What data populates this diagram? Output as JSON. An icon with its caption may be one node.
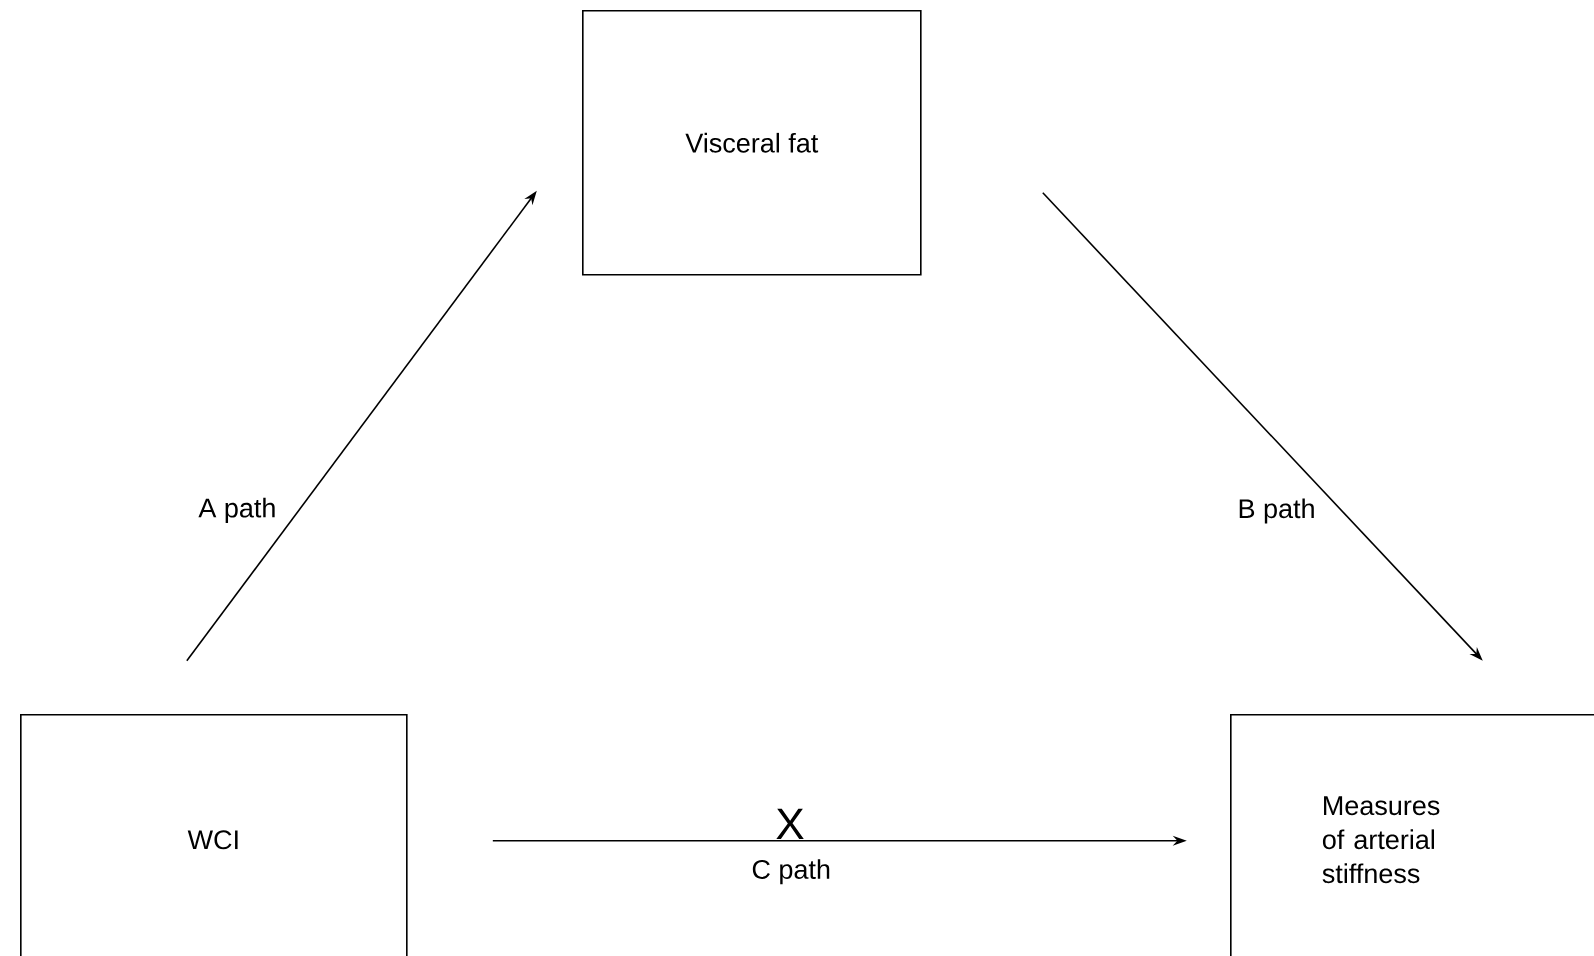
{
  "diagram": {
    "nodes": [
      {
        "text": [
          "Visceral fat"
        ]
      },
      {
        "text": [
          "WCI"
        ]
      },
      {
        "text": [
          "Measures of arterial stiffness"
        ]
      }
    ],
    "edges": [
      {
        "from": 1,
        "to": 0,
        "arrow": "to",
        "label": "A path"
      },
      {
        "from": 0,
        "to": 2,
        "arrow": "to",
        "label": "B path"
      },
      {
        "from": 1,
        "to": 2,
        "arrow": "to",
        "label": "C path"
      }
    ],
    "labels": [
      "X"
    ]
  }
}
